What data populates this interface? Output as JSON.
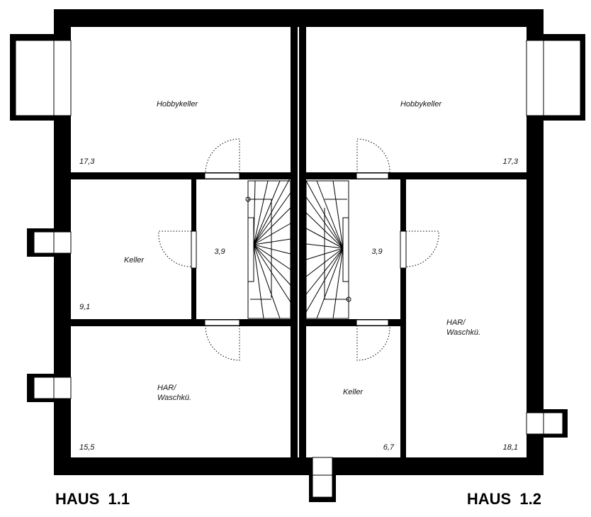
{
  "houses": [
    {
      "title": "HAUS  1.1",
      "rooms": [
        {
          "name": "Hobbykeller",
          "area": "17,3"
        },
        {
          "name": "Keller",
          "area": "9,1"
        },
        {
          "name": "",
          "area": "3,9"
        },
        {
          "name_line1": "HAR/",
          "name_line2": "Waschkü.",
          "area": "15,5"
        }
      ]
    },
    {
      "title": "HAUS  1.2",
      "rooms": [
        {
          "name": "Hobbykeller",
          "area": "17,3"
        },
        {
          "name": "",
          "area": "3,9"
        },
        {
          "name_line1": "HAR/",
          "name_line2": "Waschkü.",
          "area": "18,1"
        },
        {
          "name": "Keller",
          "area": "6,7"
        }
      ]
    }
  ],
  "colors": {
    "walls": "#000000",
    "background": "#ffffff"
  }
}
